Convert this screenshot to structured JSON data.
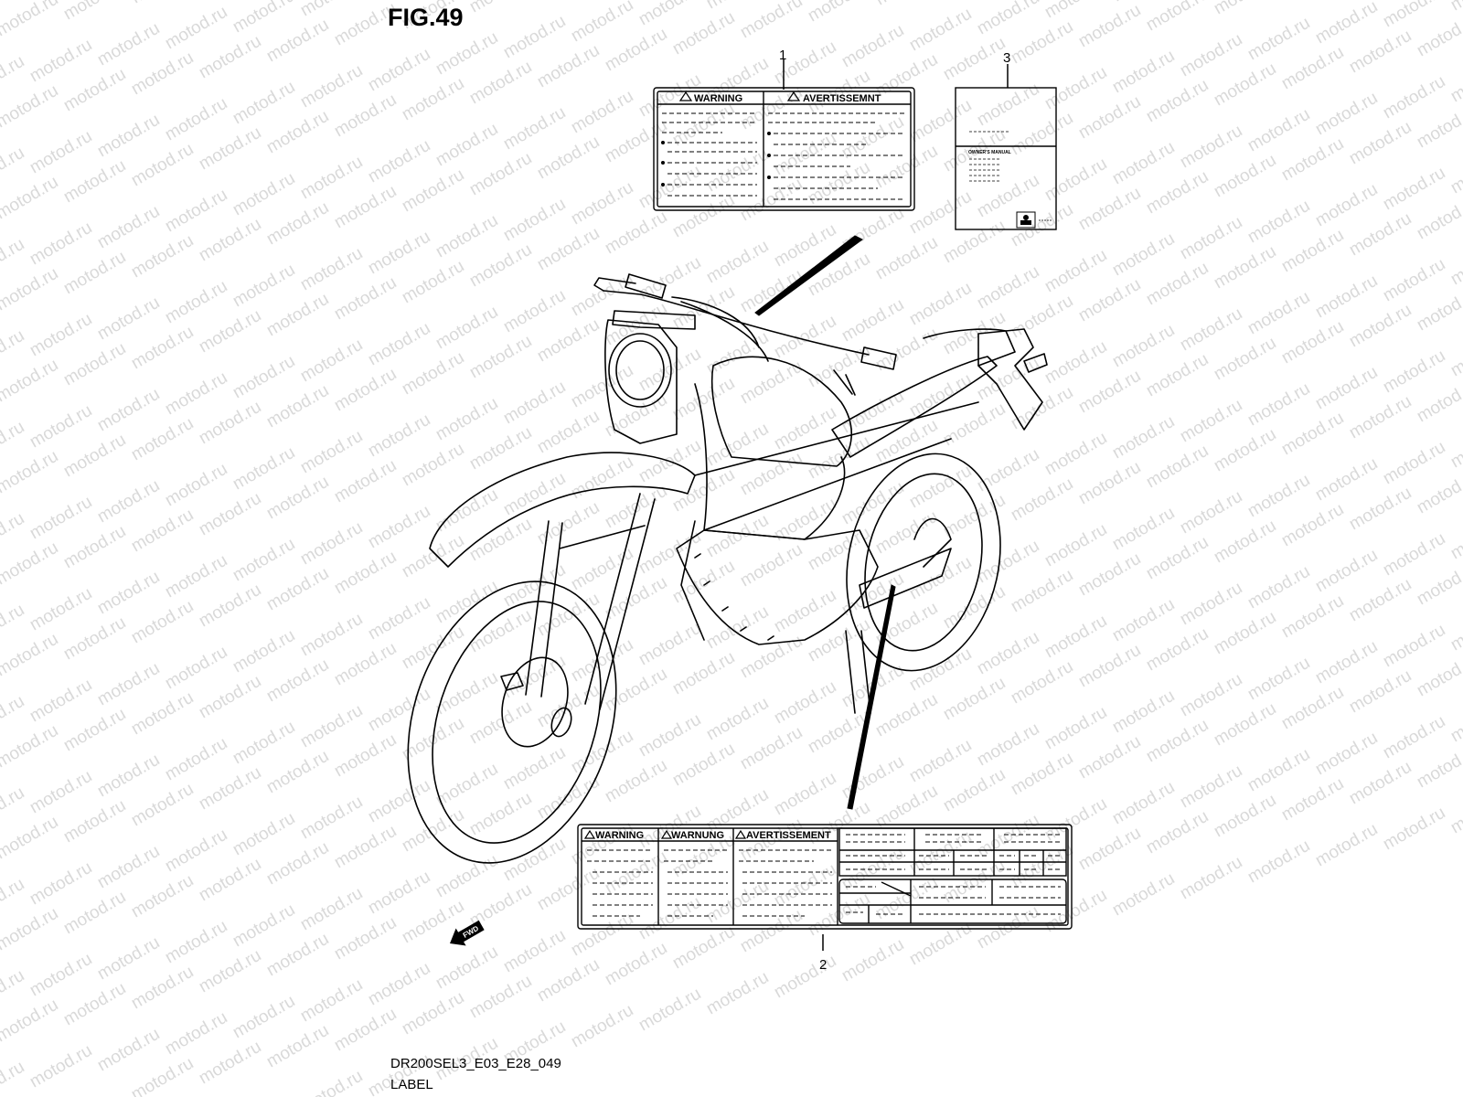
{
  "figure_title": "FIG.49",
  "drawing_code": "DR200SEL3_E03_E28_049",
  "caption": "LABEL",
  "watermark_text": "motod.ru",
  "callouts": [
    "1",
    "2",
    "3"
  ],
  "label_1": {
    "col_left_header": "WARNING",
    "col_right_header": "AVERTISSEMNT"
  },
  "label_2": {
    "col_1_header": "WARNING",
    "col_2_header": "WARNUNG",
    "col_3_header": "AVERTISSEMENT"
  },
  "label_3": {
    "heading": "OWNER'S MANUAL"
  },
  "fwd_arrow": {
    "text": "FWD"
  },
  "colors": {
    "line": "#000000",
    "watermark": "#d9d9d9",
    "background": "#ffffff"
  }
}
